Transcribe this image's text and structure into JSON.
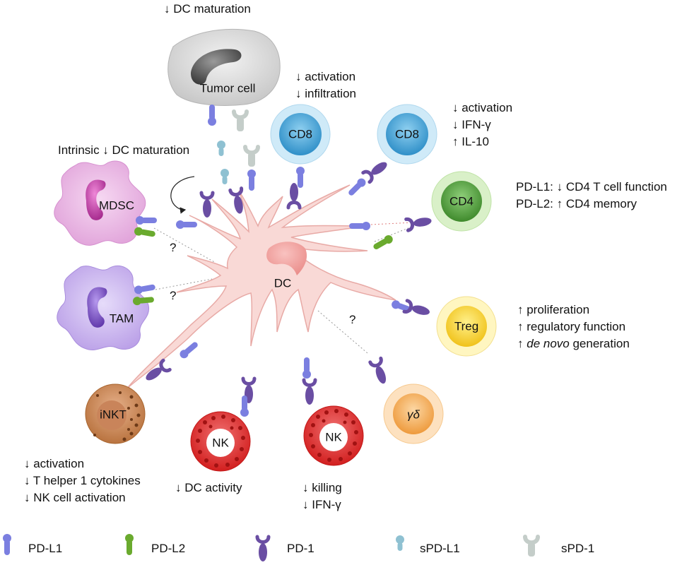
{
  "cells": {
    "tumor": "Tumor cell",
    "cd8_a": "CD8",
    "cd8_b": "CD8",
    "cd4": "CD4",
    "treg": "Treg",
    "gd": "γδ",
    "nk_a": "NK",
    "nk_b": "NK",
    "inkt": "iNKT",
    "tam": "TAM",
    "mdsc": "MDSC",
    "dc": "DC"
  },
  "annotations": {
    "tumor": [
      "↓ DC maturation"
    ],
    "cd8_a": [
      "↓ activation",
      "↓ infiltration"
    ],
    "cd8_b": [
      "↓ activation",
      "↓ IFN-γ",
      "↑ IL-10"
    ],
    "cd4": [
      "PD-L1: ↓ CD4 T cell function",
      "PD-L2: ↑ CD4 memory"
    ],
    "treg": [
      "↑ proliferation",
      "↑ regulatory function",
      "↑ de novo generation"
    ],
    "mdsc": [
      "Intrinsic ↓ DC maturation"
    ],
    "inkt": [
      "↓ activation",
      "↓ T helper 1 cytokines",
      "↓ NK cell activation"
    ],
    "nk_a": [
      "↓ DC activity"
    ],
    "nk_b": [
      "↓ killing",
      "↓ IFN-γ"
    ],
    "question": "?"
  },
  "legend": [
    {
      "label": "PD-L1",
      "icon": "pd-l1",
      "color": "#7b7fe0"
    },
    {
      "label": "PD-L2",
      "icon": "pd-l2",
      "color": "#6aaa2e"
    },
    {
      "label": "PD-1",
      "icon": "pd-1",
      "color": "#6a4ea3"
    },
    {
      "label": "sPD-L1",
      "icon": "spd-l1",
      "color": "#8fc1d2"
    },
    {
      "label": "sPD-1",
      "icon": "spd-1",
      "color": "#c4cdc9"
    }
  ],
  "colors": {
    "pd_l1": "#7b7fe0",
    "pd_l2": "#6aaa2e",
    "pd_1": "#6a4ea3",
    "spd_l1": "#8fc1d2",
    "spd_1": "#c4cdc9",
    "dc_fill": "#f9d9d6",
    "dc_stroke": "#e8aaa6"
  }
}
